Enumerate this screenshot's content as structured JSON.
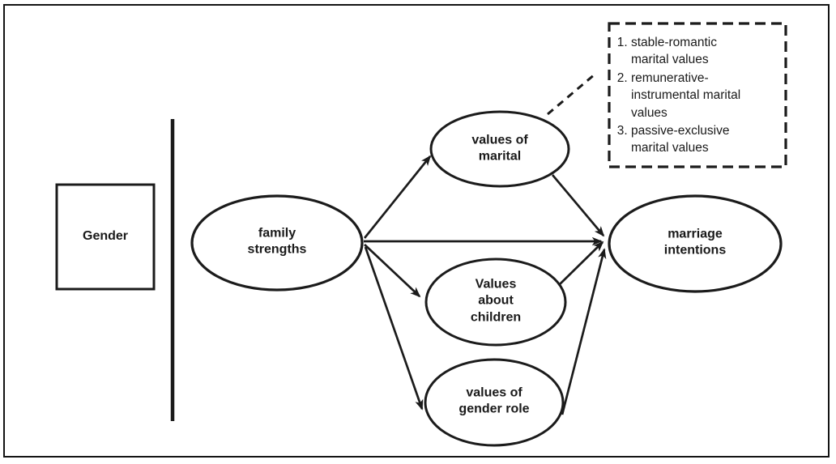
{
  "figure": {
    "type": "path-model-diagram",
    "background": "#ffffff",
    "line_color": "#1b1b1b"
  },
  "nodes": {
    "gender": {
      "label": "Gender",
      "shape": "rectangle"
    },
    "family_strengths": {
      "label": "family\nstrengths",
      "shape": "ellipse"
    },
    "values_of_marital": {
      "label": "values of\nmarital",
      "shape": "ellipse"
    },
    "values_about_children": {
      "label": "Values\nabout\nchildren",
      "shape": "ellipse"
    },
    "values_of_gender_role": {
      "label": "values of\ngender role",
      "shape": "ellipse"
    },
    "marriage_intentions": {
      "label": "marriage\nintentions",
      "shape": "ellipse"
    }
  },
  "legend": {
    "items": [
      "stable-romantic\nmarital values",
      "remunerative-\ninstrumental marital\nvalues",
      "passive-exclusive\nmarital values"
    ]
  },
  "edges": [
    {
      "from": "family strengths",
      "to": "values of marital",
      "style": "arrow"
    },
    {
      "from": "family strengths",
      "to": "marriage intentions",
      "style": "arrow"
    },
    {
      "from": "family strengths",
      "to": "Values about children",
      "style": "arrow"
    },
    {
      "from": "family strengths",
      "to": "values of gender role",
      "style": "arrow"
    },
    {
      "from": "values of marital",
      "to": "marriage intentions",
      "style": "arrow"
    },
    {
      "from": "Values about children",
      "to": "marriage intentions",
      "style": "arrow"
    },
    {
      "from": "values of gender role",
      "to": "marriage intentions",
      "style": "arrow"
    },
    {
      "from": "values of marital",
      "to": "marital-values-legend",
      "style": "dashed"
    }
  ]
}
